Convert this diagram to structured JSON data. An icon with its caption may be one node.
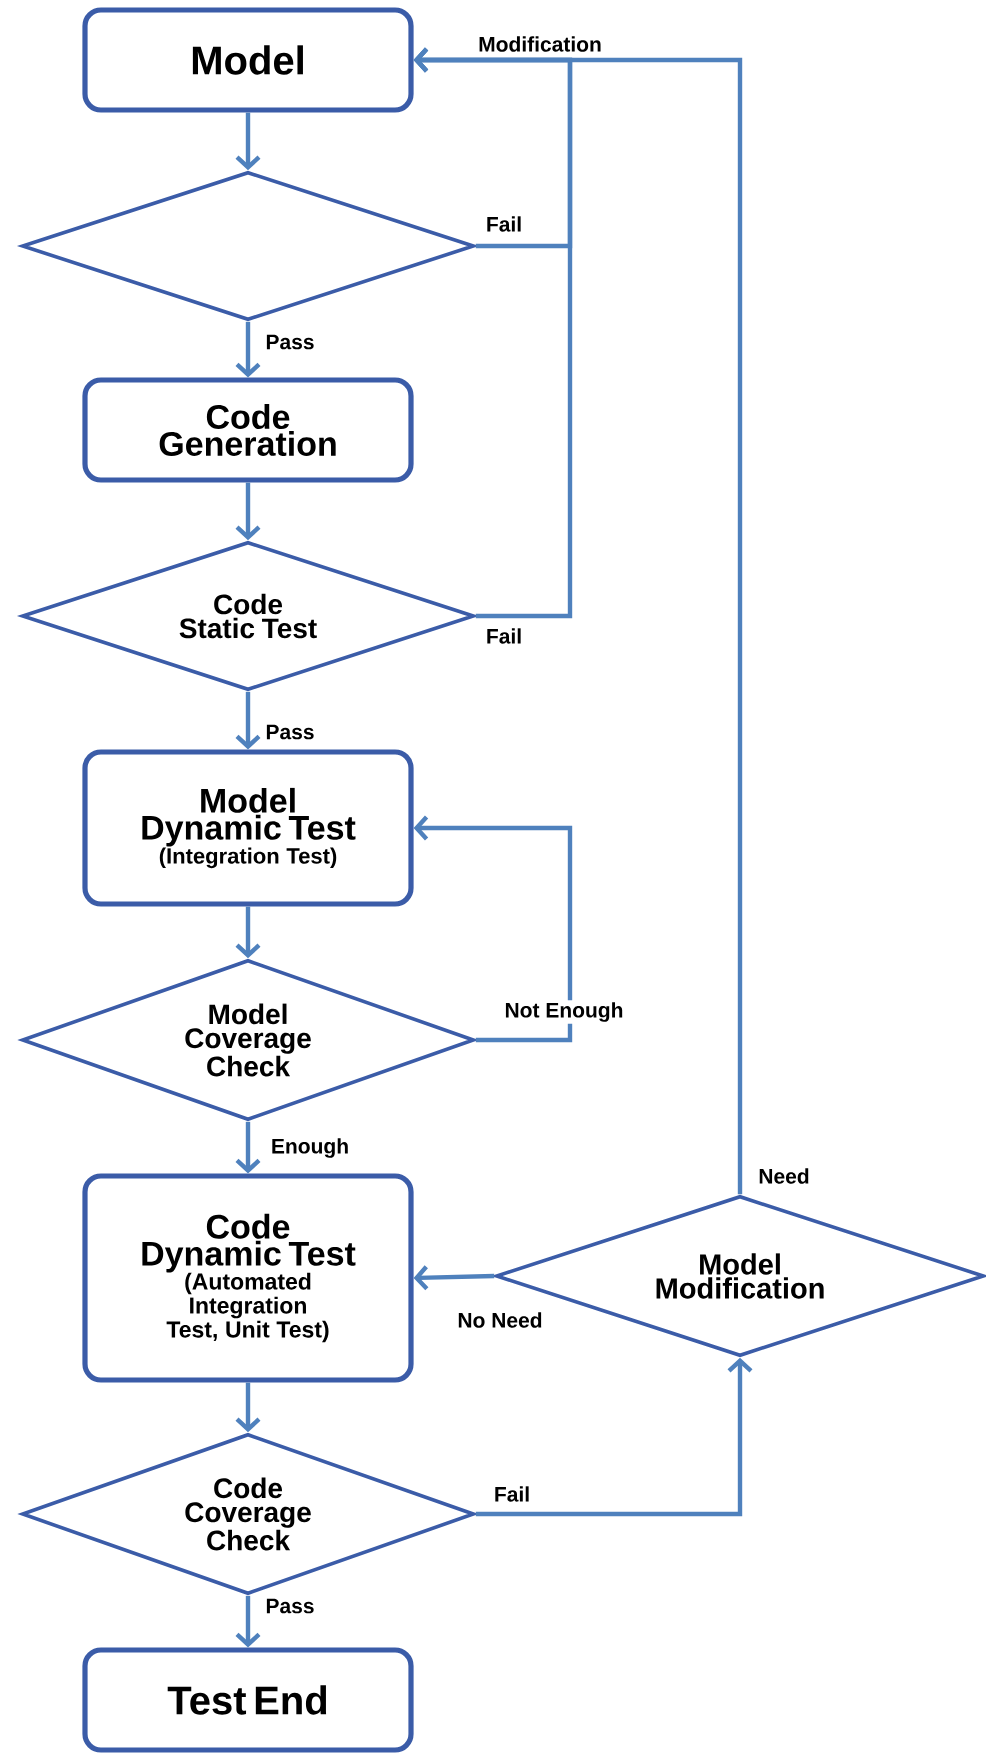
{
  "diagram": {
    "nodes": [
      {
        "text": [
          "Model"
        ]
      },
      {
        "text": [],
        "shape": "diamond"
      },
      {
        "text": [
          "Code Generation"
        ]
      },
      {
        "text": [
          "Code Static Test"
        ]
      },
      {
        "text": [
          "Model Dynamic Test",
          "(Integration Test)"
        ]
      },
      {
        "text": [
          "Model Coverage Check"
        ]
      },
      {
        "text": [
          "Code Dynamic Test",
          "(Automated Integration Test, Unit Test)"
        ]
      },
      {
        "text": [
          "Model Modification"
        ]
      },
      {
        "text": [
          "Code Coverage Check"
        ]
      },
      {
        "text": [
          "Test End"
        ]
      }
    ],
    "edges": [
      {
        "from": 0,
        "to": 1,
        "arrow": "to"
      },
      {
        "from": 1,
        "to": 2,
        "arrow": "to",
        "label": "Pass"
      },
      {
        "from": 2,
        "to": 3,
        "arrow": "to"
      },
      {
        "from": 3,
        "to": 4,
        "arrow": "to",
        "label": "Pass"
      },
      {
        "from": 4,
        "to": 5,
        "arrow": "to"
      },
      {
        "from": 5,
        "to": 6,
        "arrow": "to",
        "label": "Enough"
      },
      {
        "from": 6,
        "to": 8,
        "arrow": "to"
      },
      {
        "from": 8,
        "to": 9,
        "arrow": "to",
        "label": "Pass"
      },
      {
        "from": 1,
        "to": 0,
        "arrow": "to",
        "label": "Fail"
      },
      {
        "from": 3,
        "to": 0,
        "arrow": "to",
        "label": "Fail"
      },
      {
        "from": 5,
        "to": 4,
        "arrow": "to",
        "label": "Not Enough"
      },
      {
        "from": 7,
        "to": 6,
        "arrow": "to",
        "label": "No Need"
      },
      {
        "from": 7,
        "to": 0,
        "arrow": "to",
        "label": "Need"
      },
      {
        "from": 8,
        "to": 7,
        "arrow": "to",
        "label": "Fail"
      }
    ],
    "labels": [
      "Modification"
    ]
  }
}
